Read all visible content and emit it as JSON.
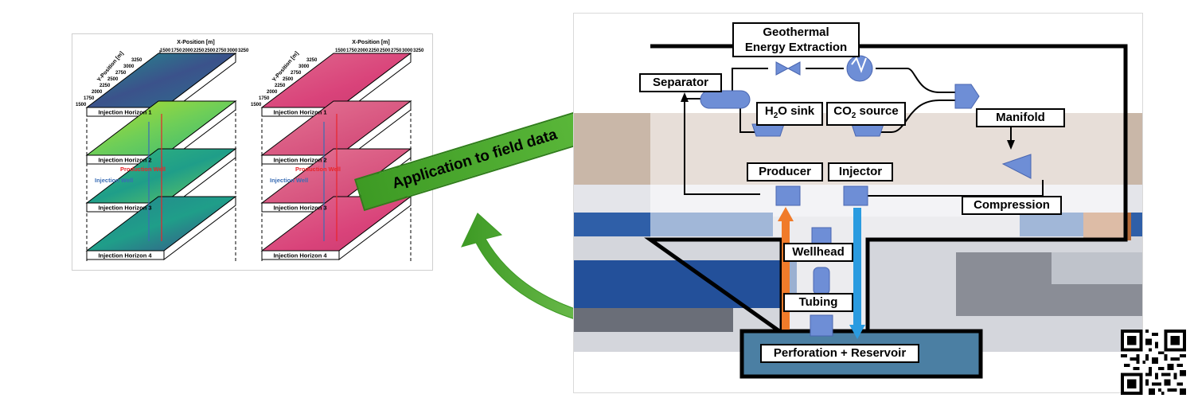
{
  "left_figure": {
    "x_axis_title": "X-Position [m]",
    "y_axis_title": "Y-Position [m]",
    "x_ticks": [
      "1500",
      "1750",
      "2000",
      "2250",
      "2500",
      "2750",
      "3000",
      "3250"
    ],
    "y_ticks": [
      "1500",
      "1750",
      "2000",
      "2250",
      "2500",
      "2750",
      "3000",
      "3250"
    ],
    "horizons": [
      "Injection Horizon 1",
      "Injection Horizon 2",
      "Injection Horizon 3",
      "Injection Horizon 4"
    ],
    "production_well_label": "Production Well",
    "injection_well_label": "Injection Well",
    "colors": {
      "viridis_dark": "#3b528b",
      "viridis_mid": "#21918c",
      "viridis_light": "#fde725",
      "pink_base": "#d9437a",
      "production": "#e8252a",
      "injection": "#3a6db5"
    }
  },
  "arrow": {
    "label": "Application to field data",
    "color": "#4caf2a"
  },
  "system": {
    "title_line1": "Geothermal",
    "title_line2": "Energy Extraction",
    "separator": "Separator",
    "h2o_sink": {
      "prefix": "H",
      "sub": "2",
      "suffix": "O sink"
    },
    "co2_source": {
      "prefix": "CO",
      "sub": "2",
      "suffix": " source"
    },
    "manifold": "Manifold",
    "producer": "Producer",
    "injector": "Injector",
    "compression": "Compression",
    "wellhead": "Wellhead",
    "tubing": "Tubing",
    "reservoir": "Perforation + Reservoir",
    "colors": {
      "component": "#6e8ed6",
      "hot_flow": "#f07b2a",
      "cold_flow": "#2a9be0",
      "reservoir_fill": "#4b7fa3"
    }
  }
}
